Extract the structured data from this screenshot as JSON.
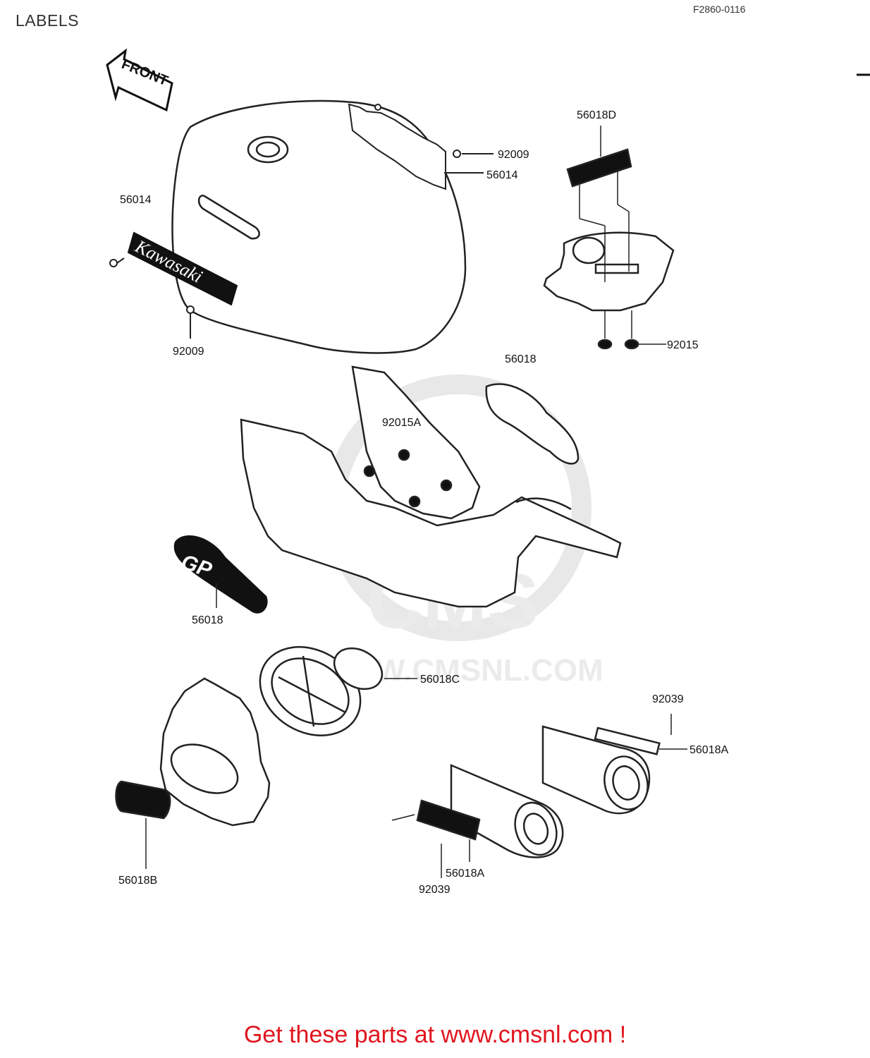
{
  "header": {
    "title": "LABELS",
    "figure_id": "F2860-0116"
  },
  "front_arrow": {
    "label": "FRONT"
  },
  "emblems": {
    "tank_emblem": "Kawasaki",
    "side_cover_emblem": "GP"
  },
  "watermark": {
    "logo": "CMS",
    "url": "WWW.CMSNL.COM"
  },
  "parts": {
    "p01": "56014",
    "p02": "92009",
    "p03": "56014",
    "p04": "92009",
    "p05": "56018D",
    "p06": "92015",
    "p07": "56018",
    "p08": "92015A",
    "p09": "56018",
    "p10": "56018C",
    "p11": "92039",
    "p12": "56018A",
    "p13": "56018B",
    "p14": "56018A",
    "p15": "92039"
  },
  "footer": {
    "cta": "Get these parts at www.cmsnl.com !"
  }
}
